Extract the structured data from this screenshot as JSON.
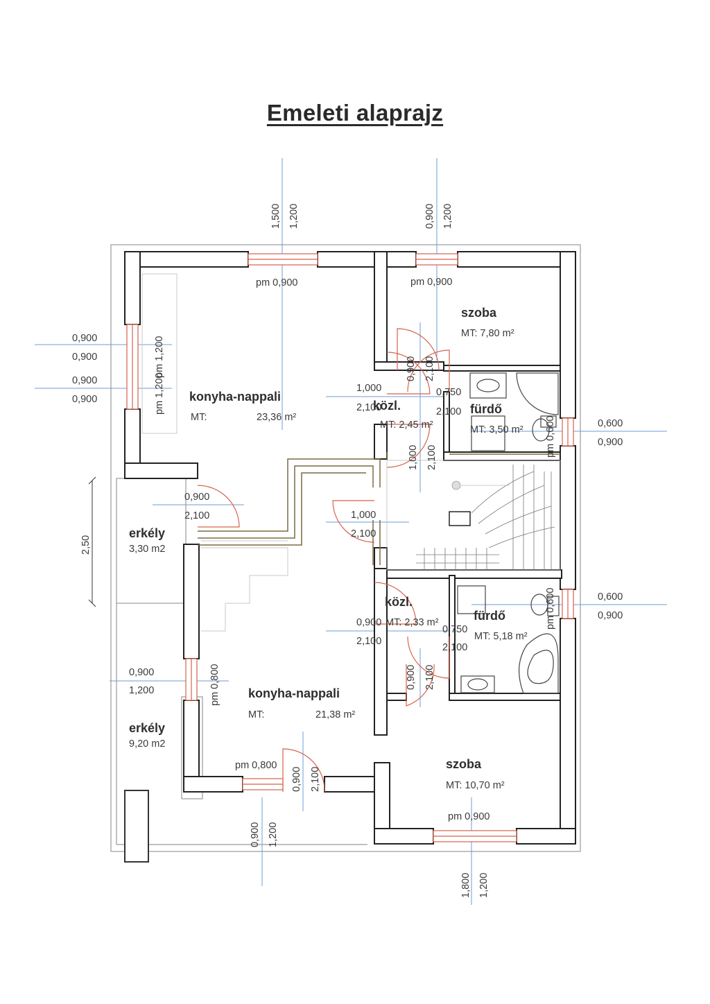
{
  "title": "Emeleti alaprajz",
  "rooms": {
    "konyha_nappali_1": {
      "name": "konyha-nappali",
      "mt": "MT:",
      "area": "23,36 m²"
    },
    "szoba_1": {
      "name": "szoba",
      "area": "MT: 7,80 m²"
    },
    "kozl_1": {
      "name": "közl.",
      "area": "MT: 2,45 m²"
    },
    "furdo_1": {
      "name": "fürdő",
      "area": "MT: 3,50 m²"
    },
    "erkely_1": {
      "name": "erkély",
      "area": "3,30 m2"
    },
    "kozl_2": {
      "name": "közl.",
      "area": "MT: 2,33 m²"
    },
    "furdo_2": {
      "name": "fürdő",
      "area": "MT: 5,18 m²"
    },
    "konyha_nappali_2": {
      "name": "konyha-nappali",
      "mt": "MT:",
      "area": "21,38 m²"
    },
    "erkely_2": {
      "name": "erkély",
      "area": "9,20 m2"
    },
    "szoba_2": {
      "name": "szoba",
      "area": "MT: 10,70 m²"
    }
  },
  "labels": {
    "top1_a": "1,500",
    "top1_b": "1,200",
    "top2_a": "0,900",
    "top2_b": "1,200",
    "pm_top1": "pm 0,900",
    "pm_top2": "pm 0,900",
    "left_w1": "0,900",
    "left_h1": "0,900",
    "left_w2": "0,900",
    "left_h2": "0,900",
    "pm_left_1": "pm 1,200",
    "pm_left_2": "pm 1,200",
    "d_szoba1_w": "0,900",
    "d_szoba1_h": "2,100",
    "d_kozl1_w": "1,000",
    "d_kozl1_h": "2,100",
    "d_furdo1_w": "0,750",
    "d_furdo1_h": "2,100",
    "d_kozl1b_w": "1,000",
    "d_kozl1b_h": "2,100",
    "pm_r1": "pm 0,600",
    "r1_w": "0,600",
    "r1_h": "0,900",
    "d_erkely_w": "0,900",
    "d_erkely_h": "2,100",
    "d_stair_w": "1,000",
    "d_stair_h": "2,100",
    "dim_250": "2,50",
    "d_kozl2_w": "0,900",
    "d_kozl2_h": "2,100",
    "d_furdo2_w": "0,750",
    "d_furdo2_h": "2,100",
    "pm_r2": "pm 0,600",
    "r2_w": "0,600",
    "r2_h": "0,900",
    "d_szoba2_w": "0,900",
    "d_szoba2_h": "2,100",
    "l_win_w": "0,900",
    "l_win_h": "1,200",
    "pm_l_800": "pm 0,800",
    "pm_bot_800": "pm 0,800",
    "d_bot_w": "0,900",
    "d_bot_h": "2,100",
    "bot1_a": "0,900",
    "bot1_b": "1,200",
    "pm_bot2": "pm 0,900",
    "bot2_a": "1,800",
    "bot2_b": "1,200"
  }
}
